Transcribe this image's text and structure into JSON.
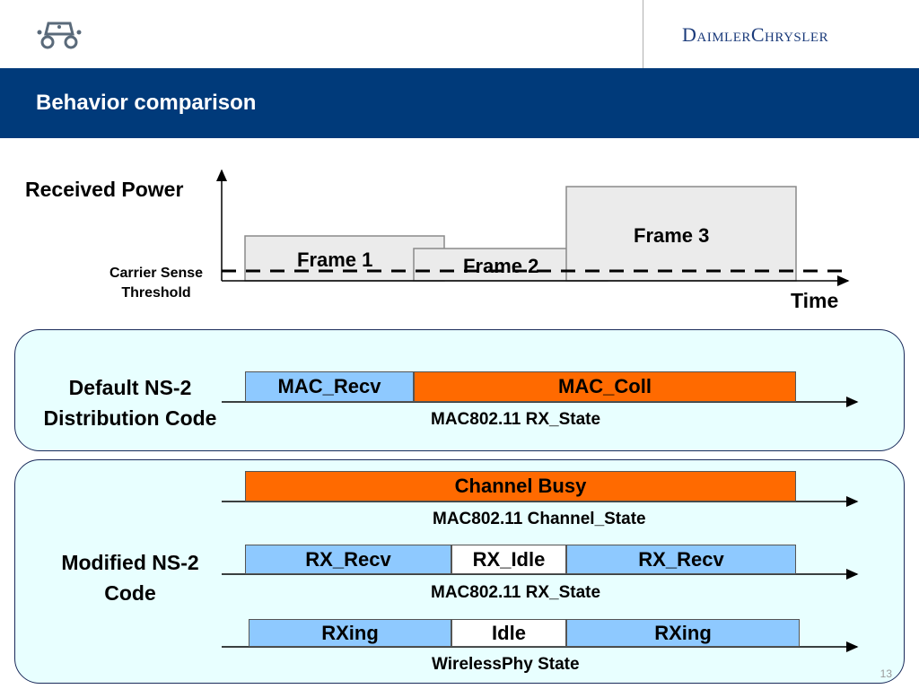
{
  "header": {
    "brand": "DaimlerChrysler",
    "logo_icon": "vehicle-logo-icon",
    "title": "Behavior comparison"
  },
  "timing_chart": {
    "y_axis_label": "Received Power",
    "x_axis_label": "Time",
    "threshold_label_line1": "Carrier Sense",
    "threshold_label_line2": "Threshold",
    "frames": [
      "Frame 1",
      "Frame 2",
      "Frame 3"
    ]
  },
  "default_panel": {
    "label_line1": "Default NS-2",
    "label_line2": "Distribution Code",
    "rx_state": {
      "segments": [
        "MAC_Recv",
        "MAC_Coll"
      ],
      "caption": "MAC802.11 RX_State"
    }
  },
  "modified_panel": {
    "label_line1": "Modified NS-2",
    "label_line2": "Code",
    "channel_state": {
      "segments": [
        "Channel Busy"
      ],
      "caption": "MAC802.11 Channel_State"
    },
    "rx_state": {
      "segments": [
        "RX_Recv",
        "RX_Idle",
        "RX_Recv"
      ],
      "caption": "MAC802.11 RX_State"
    },
    "phy_state": {
      "segments": [
        "RXing",
        "Idle",
        "RXing"
      ],
      "caption": "WirelessPhy State"
    }
  },
  "colors": {
    "title_bar": "#003a7a",
    "busy": "#ff6a00",
    "receiving": "#8ec9ff",
    "panel_fill": "#e8ffff"
  },
  "page_number": "13"
}
